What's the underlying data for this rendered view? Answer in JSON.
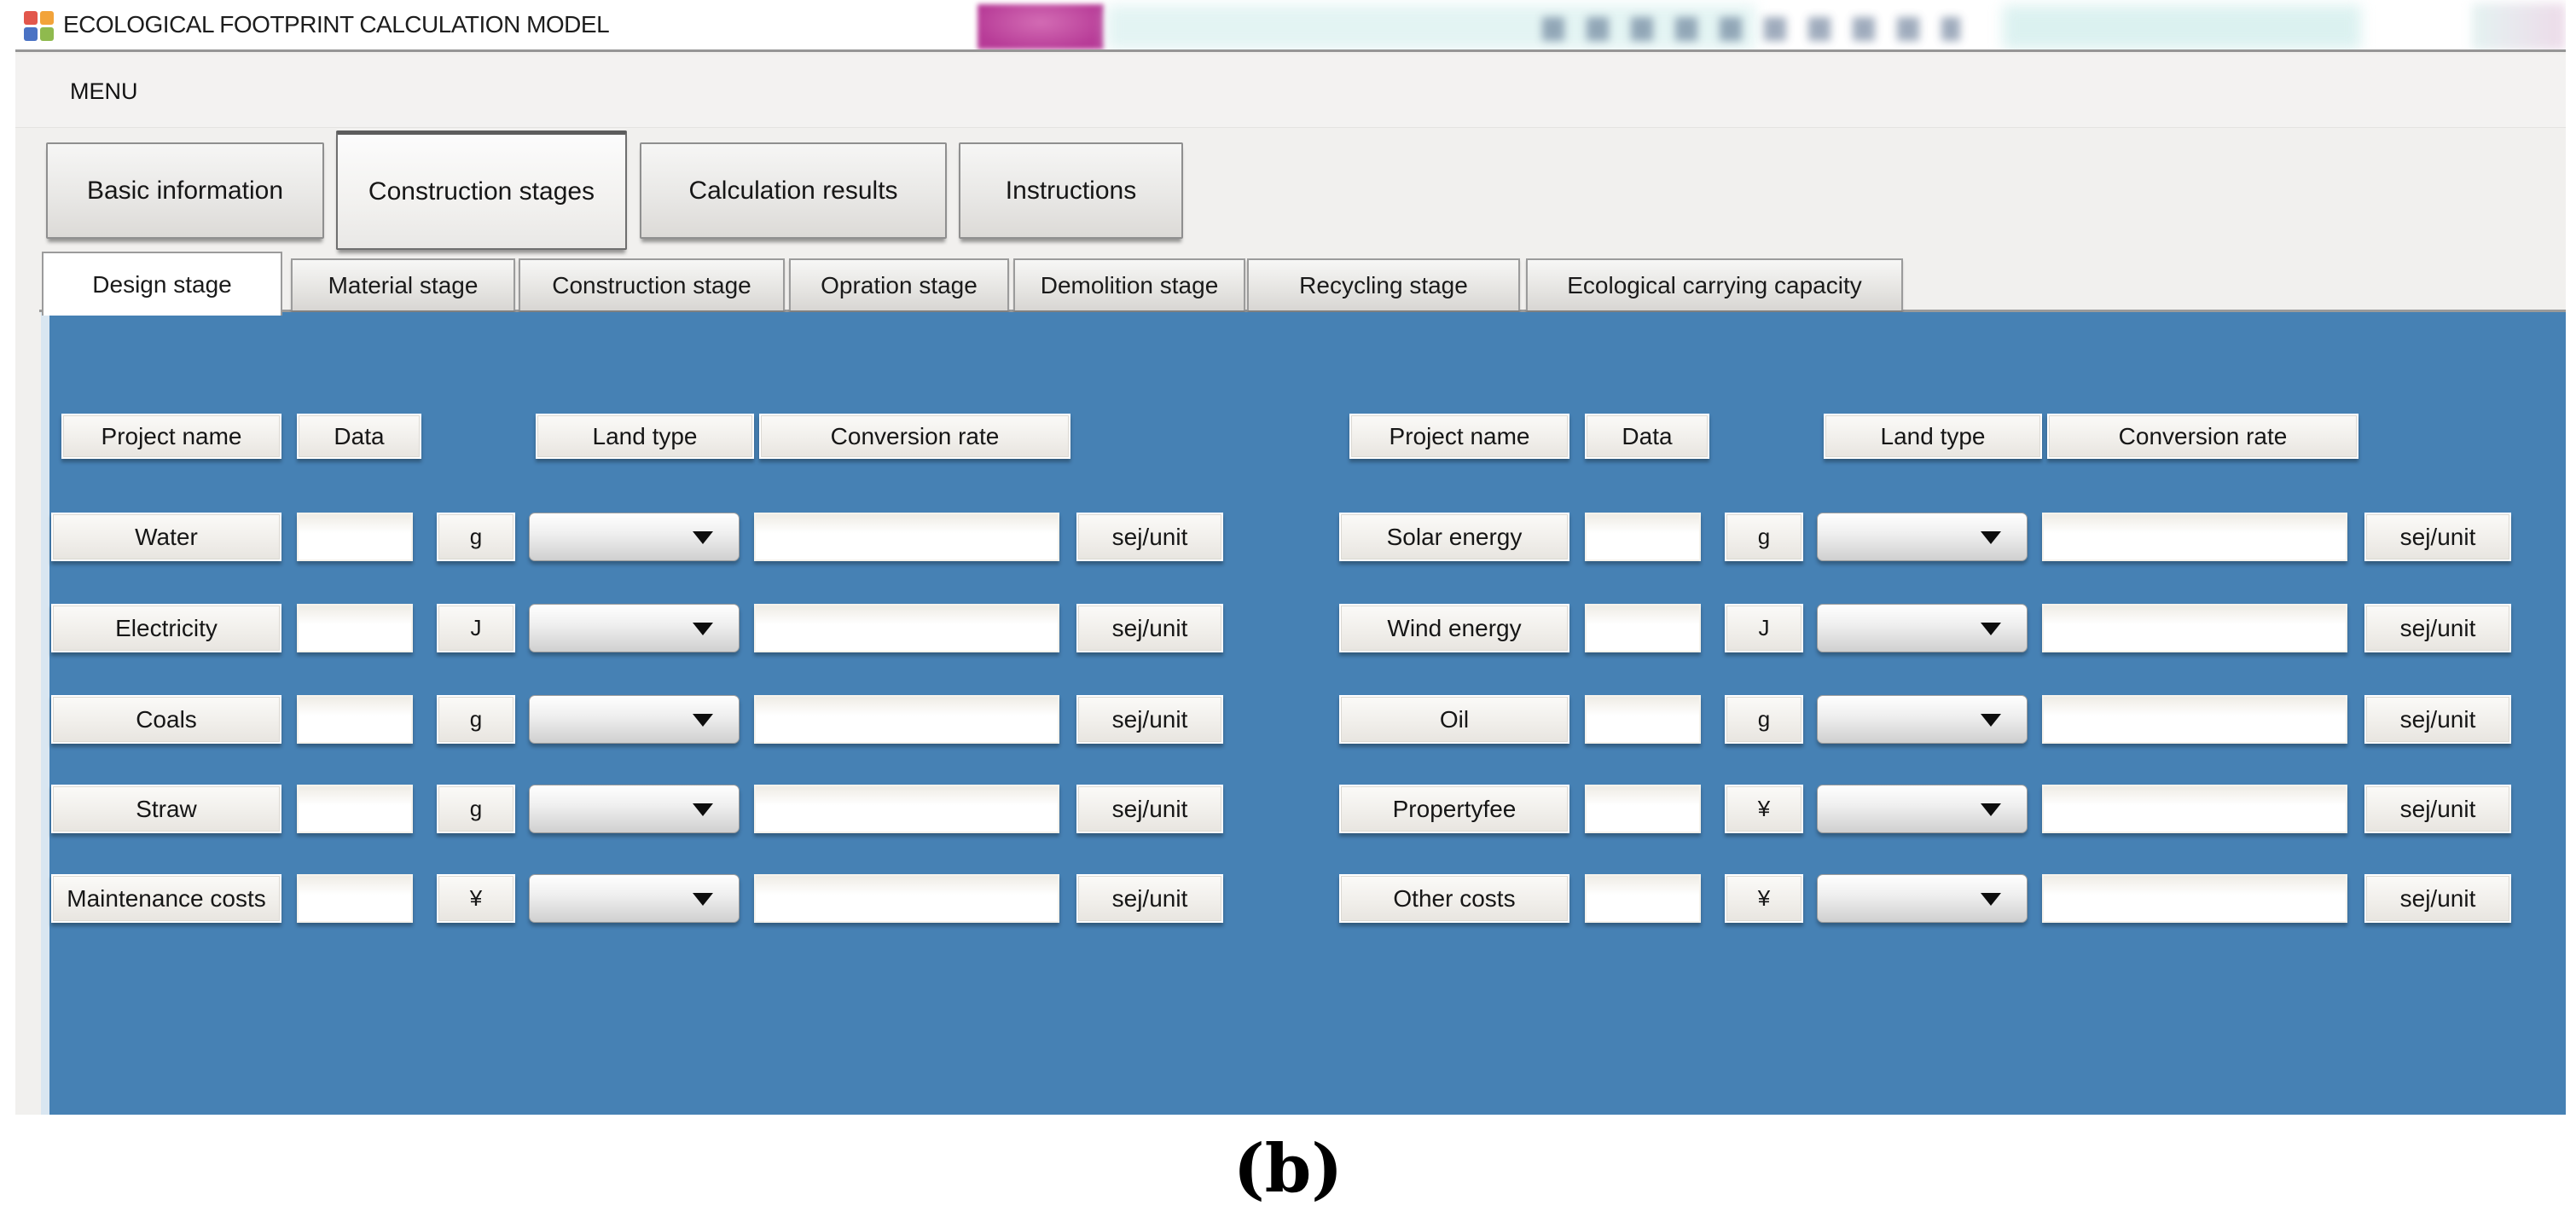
{
  "window": {
    "title": "ECOLOGICAL FOOTPRINT CALCULATION MODEL",
    "menu_label": "MENU"
  },
  "main_tabs": [
    {
      "label": "Basic information",
      "selected": false
    },
    {
      "label": "Construction stages",
      "selected": true
    },
    {
      "label": "Calculation results",
      "selected": false
    },
    {
      "label": "Instructions",
      "selected": false
    }
  ],
  "stage_tabs": [
    {
      "label": "Design stage",
      "selected": true
    },
    {
      "label": "Material stage",
      "selected": false
    },
    {
      "label": "Construction stage",
      "selected": false
    },
    {
      "label": "Opration stage",
      "selected": false
    },
    {
      "label": "Demolition stage",
      "selected": false
    },
    {
      "label": "Recycling stage",
      "selected": false
    },
    {
      "label": "Ecological carrying capacity",
      "selected": false
    }
  ],
  "form": {
    "headers": {
      "project_name": "Project name",
      "data": "Data",
      "land_type": "Land type",
      "conversion_rate": "Conversion rate"
    },
    "sej_unit": "sej/unit",
    "left_rows": [
      {
        "label": "Water",
        "unit": "g",
        "data_value": "",
        "land_type_value": "",
        "conversion_value": ""
      },
      {
        "label": "Electricity",
        "unit": "J",
        "data_value": "",
        "land_type_value": "",
        "conversion_value": ""
      },
      {
        "label": "Coals",
        "unit": "g",
        "data_value": "",
        "land_type_value": "",
        "conversion_value": ""
      },
      {
        "label": "Straw",
        "unit": "g",
        "data_value": "",
        "land_type_value": "",
        "conversion_value": ""
      },
      {
        "label": "Maintenance costs",
        "unit": "¥",
        "data_value": "",
        "land_type_value": "",
        "conversion_value": ""
      }
    ],
    "right_rows": [
      {
        "label": "Solar energy",
        "unit": "g",
        "data_value": "",
        "land_type_value": "",
        "conversion_value": ""
      },
      {
        "label": "Wind energy",
        "unit": "J",
        "data_value": "",
        "land_type_value": "",
        "conversion_value": ""
      },
      {
        "label": "Oil",
        "unit": "g",
        "data_value": "",
        "land_type_value": "",
        "conversion_value": ""
      },
      {
        "label": "Propertyfee",
        "unit": "¥",
        "data_value": "",
        "land_type_value": "",
        "conversion_value": ""
      },
      {
        "label": "Other costs",
        "unit": "¥",
        "data_value": "",
        "land_type_value": "",
        "conversion_value": ""
      }
    ]
  },
  "caption": "(b)",
  "colors": {
    "panel_blue": "#4681b4",
    "chrome_gray": "#f1f0ee",
    "artifact_pink": "#c2429c",
    "artifact_cyan": "#ddf1f0"
  }
}
